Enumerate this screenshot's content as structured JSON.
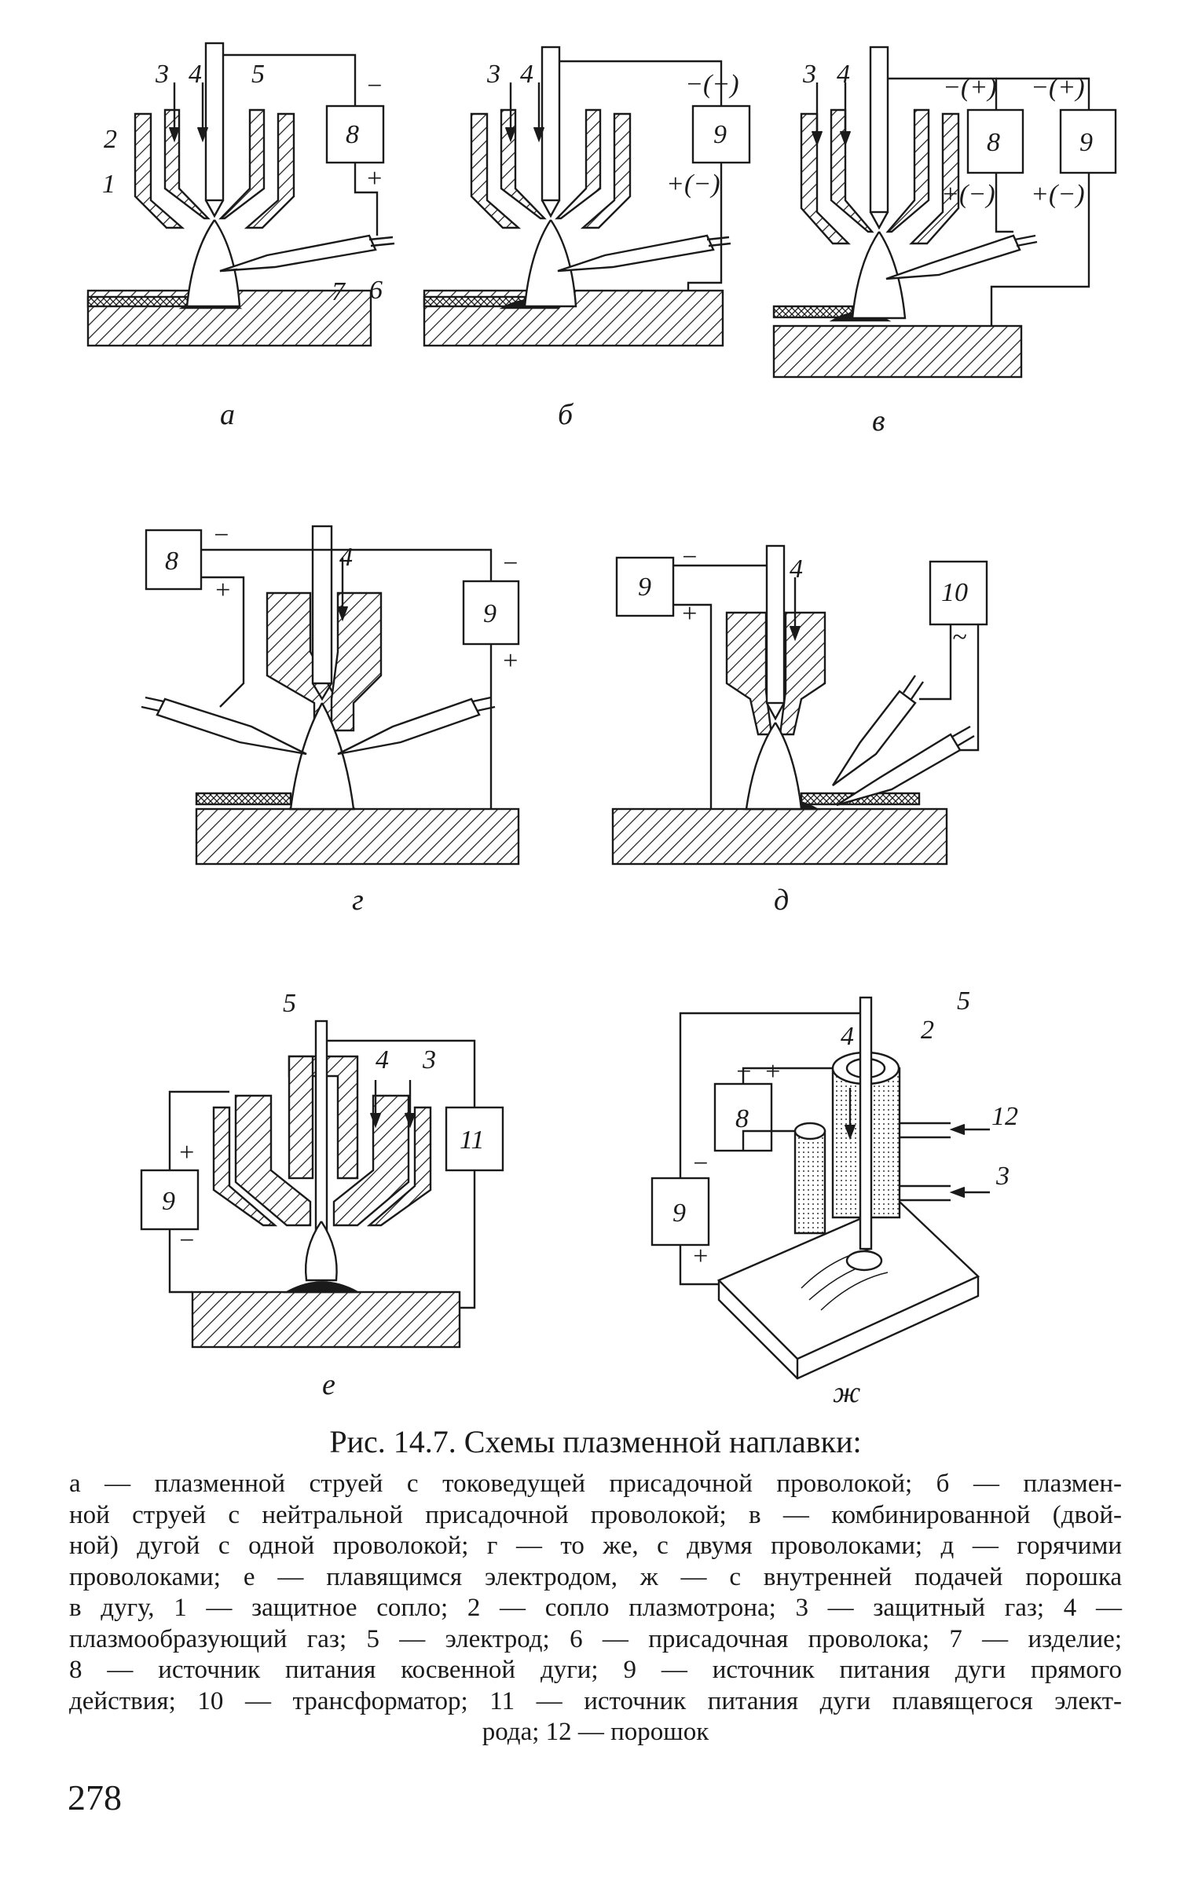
{
  "figure": {
    "panels": [
      {
        "letter": "а",
        "labels": {
          "n1": "1",
          "n2": "2",
          "n3": "3",
          "n4": "4",
          "n5": "5",
          "n6": "6",
          "n7": "7",
          "src": "8",
          "minus": "−",
          "plus": "+"
        }
      },
      {
        "letter": "б",
        "labels": {
          "n3": "3",
          "n4": "4",
          "src": "9",
          "pol_top": "−(+)",
          "pol_bot": "+(−)"
        }
      },
      {
        "letter": "в",
        "labels": {
          "n3": "3",
          "n4": "4",
          "src1": "8",
          "src2": "9",
          "pol1_top": "−(+)",
          "pol1_bot": "+(−)",
          "pol2_top": "−(+)",
          "pol2_bot": "+(−)"
        }
      },
      {
        "letter": "г",
        "labels": {
          "n4": "4",
          "src1": "8",
          "src2": "9",
          "minus1": "−",
          "plus1": "+",
          "minus2": "−",
          "plus2": "+"
        }
      },
      {
        "letter": "д",
        "labels": {
          "n4": "4",
          "src1": "9",
          "src2": "10",
          "minus": "−",
          "plus": "+",
          "ac": "~"
        }
      },
      {
        "letter": "е",
        "labels": {
          "n3": "3",
          "n4": "4",
          "n5": "5",
          "src1": "9",
          "src2": "11",
          "plus": "+",
          "minus": "−"
        }
      },
      {
        "letter": "ж",
        "labels": {
          "n2": "2",
          "n3": "3",
          "n4": "4",
          "n5": "5",
          "n12": "12",
          "src1": "8",
          "src2": "9",
          "minus1": "−",
          "plus1": "+",
          "minus2": "−",
          "plus2": "+"
        }
      }
    ]
  },
  "caption": {
    "title": "Рис. 14.7. Схемы плазменной наплавки:",
    "lines": [
      "а — плазменной струей с токоведущей присадочной проволокой; б — плазмен-",
      "ной струей с нейтральной присадочной проволокой; в — комбинированной (двой-",
      "ной) дугой с одной проволокой; г — то же, с двумя проволоками; д — горячими",
      "проволоками; е — плавящимся электродом, ж — с внутренней подачей порошка",
      "в дугу, 1 — защитное сопло; 2 — сопло плазмотрона; 3 — защитный газ; 4 —",
      "плазмообразующий газ; 5 — электрод; 6 — присадочная проволока; 7 — изделие;",
      "8 — источник питания косвенной дуги; 9 — источник питания дуги прямого",
      "действия; 10 — трансформатор; 11 — источник питания дуги плавящегося элект-",
      "рода; 12 — порошок"
    ]
  },
  "page_number": "278"
}
